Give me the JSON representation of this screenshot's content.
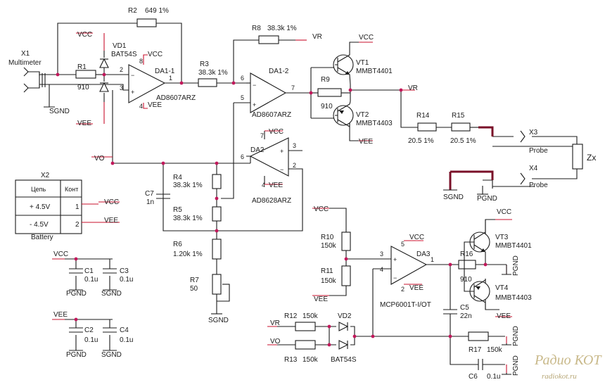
{
  "connectors": {
    "x1_ref": "X1",
    "x1_name": "Multimeter",
    "x3_ref": "X3",
    "x3_name": "Probe",
    "x4_ref": "X4",
    "x4_name": "Probe",
    "zx": "Zx",
    "x2_ref": "X2",
    "x2_name": "Battery",
    "x2_header_circuit": "Цепь",
    "x2_header_contact": "Конт",
    "x2_rows": [
      {
        "circuit": "+ 4.5V",
        "contact": "1",
        "net": "VCC"
      },
      {
        "circuit": "- 4.5V",
        "contact": "2",
        "net": "VEE"
      }
    ]
  },
  "resistors": {
    "r1": {
      "ref": "R1",
      "value": "910"
    },
    "r2": {
      "ref": "R2",
      "value": "649 1%"
    },
    "r3": {
      "ref": "R3",
      "value": "38.3k 1%"
    },
    "r4": {
      "ref": "R4",
      "value": "38.3k 1%"
    },
    "r5": {
      "ref": "R5",
      "value": "38.3k 1%"
    },
    "r6": {
      "ref": "R6",
      "value": "1.20k 1%"
    },
    "r7": {
      "ref": "R7",
      "value": "50"
    },
    "r8": {
      "ref": "R8",
      "value": "38.3k 1%"
    },
    "r9": {
      "ref": "R9",
      "value": "910"
    },
    "r10": {
      "ref": "R10",
      "value": "150k"
    },
    "r11": {
      "ref": "R11",
      "value": "150k"
    },
    "r12": {
      "ref": "R12",
      "value": "150k"
    },
    "r13": {
      "ref": "R13",
      "value": "150k"
    },
    "r14": {
      "ref": "R14",
      "value": "20.5 1%"
    },
    "r15": {
      "ref": "R15",
      "value": "20.5 1%"
    },
    "r16": {
      "ref": "R16",
      "value": "910"
    },
    "r17": {
      "ref": "R17",
      "value": "150k"
    }
  },
  "capacitors": {
    "c1": {
      "ref": "C1",
      "value": "0.1u"
    },
    "c2": {
      "ref": "C2",
      "value": "0.1u"
    },
    "c3": {
      "ref": "C3",
      "value": "0.1u"
    },
    "c4": {
      "ref": "C4",
      "value": "0.1u"
    },
    "c5": {
      "ref": "C5",
      "value": "22n"
    },
    "c6": {
      "ref": "C6",
      "value": "0.1u"
    },
    "c7": {
      "ref": "C7",
      "value": "1n"
    }
  },
  "diodes": {
    "vd1": {
      "ref": "VD1",
      "part": "BAT54S"
    },
    "vd2": {
      "ref": "VD2",
      "part": "BAT54S"
    }
  },
  "transistors": {
    "vt1": {
      "ref": "VT1",
      "part": "MMBT4401"
    },
    "vt2": {
      "ref": "VT2",
      "part": "MMBT4403"
    },
    "vt3": {
      "ref": "VT3",
      "part": "MMBT4401"
    },
    "vt4": {
      "ref": "VT4",
      "part": "MMBT4403"
    }
  },
  "opamps": {
    "da1_1": {
      "ref": "DA1-1",
      "part": "AD8607ARZ"
    },
    "da1_2": {
      "ref": "DA1-2",
      "part": "AD8607ARZ"
    },
    "da2": {
      "ref": "DA2",
      "part": "AD8628ARZ"
    },
    "da3": {
      "ref": "DA3",
      "part": "MCP6001T-I/OT"
    }
  },
  "pins": {
    "da1_1_in_minus": "2",
    "da1_1_in_plus": "3",
    "da1_1_out": "1",
    "da1_1_vcc": "8",
    "da1_1_vee": "4",
    "da1_2_in_minus": "6",
    "da1_2_in_plus": "5",
    "da1_2_out": "7",
    "da2_in_plus": "3",
    "da2_in_minus": "2",
    "da2_out": "6",
    "da2_vcc": "7",
    "da2_vee": "4",
    "da3_in_plus": "3",
    "da3_in_minus": "4",
    "da3_out": "1",
    "da3_vcc": "5",
    "da3_vee": "2",
    "minus": "−",
    "plus": "+"
  },
  "nets": {
    "vcc": "VCC",
    "vee": "VEE",
    "vr": "VR",
    "vo": "VO",
    "sgnd": "SGND",
    "pgnd": "PGND"
  },
  "watermark": {
    "title": "Радио КОТ",
    "site": "radiokot.ru"
  }
}
